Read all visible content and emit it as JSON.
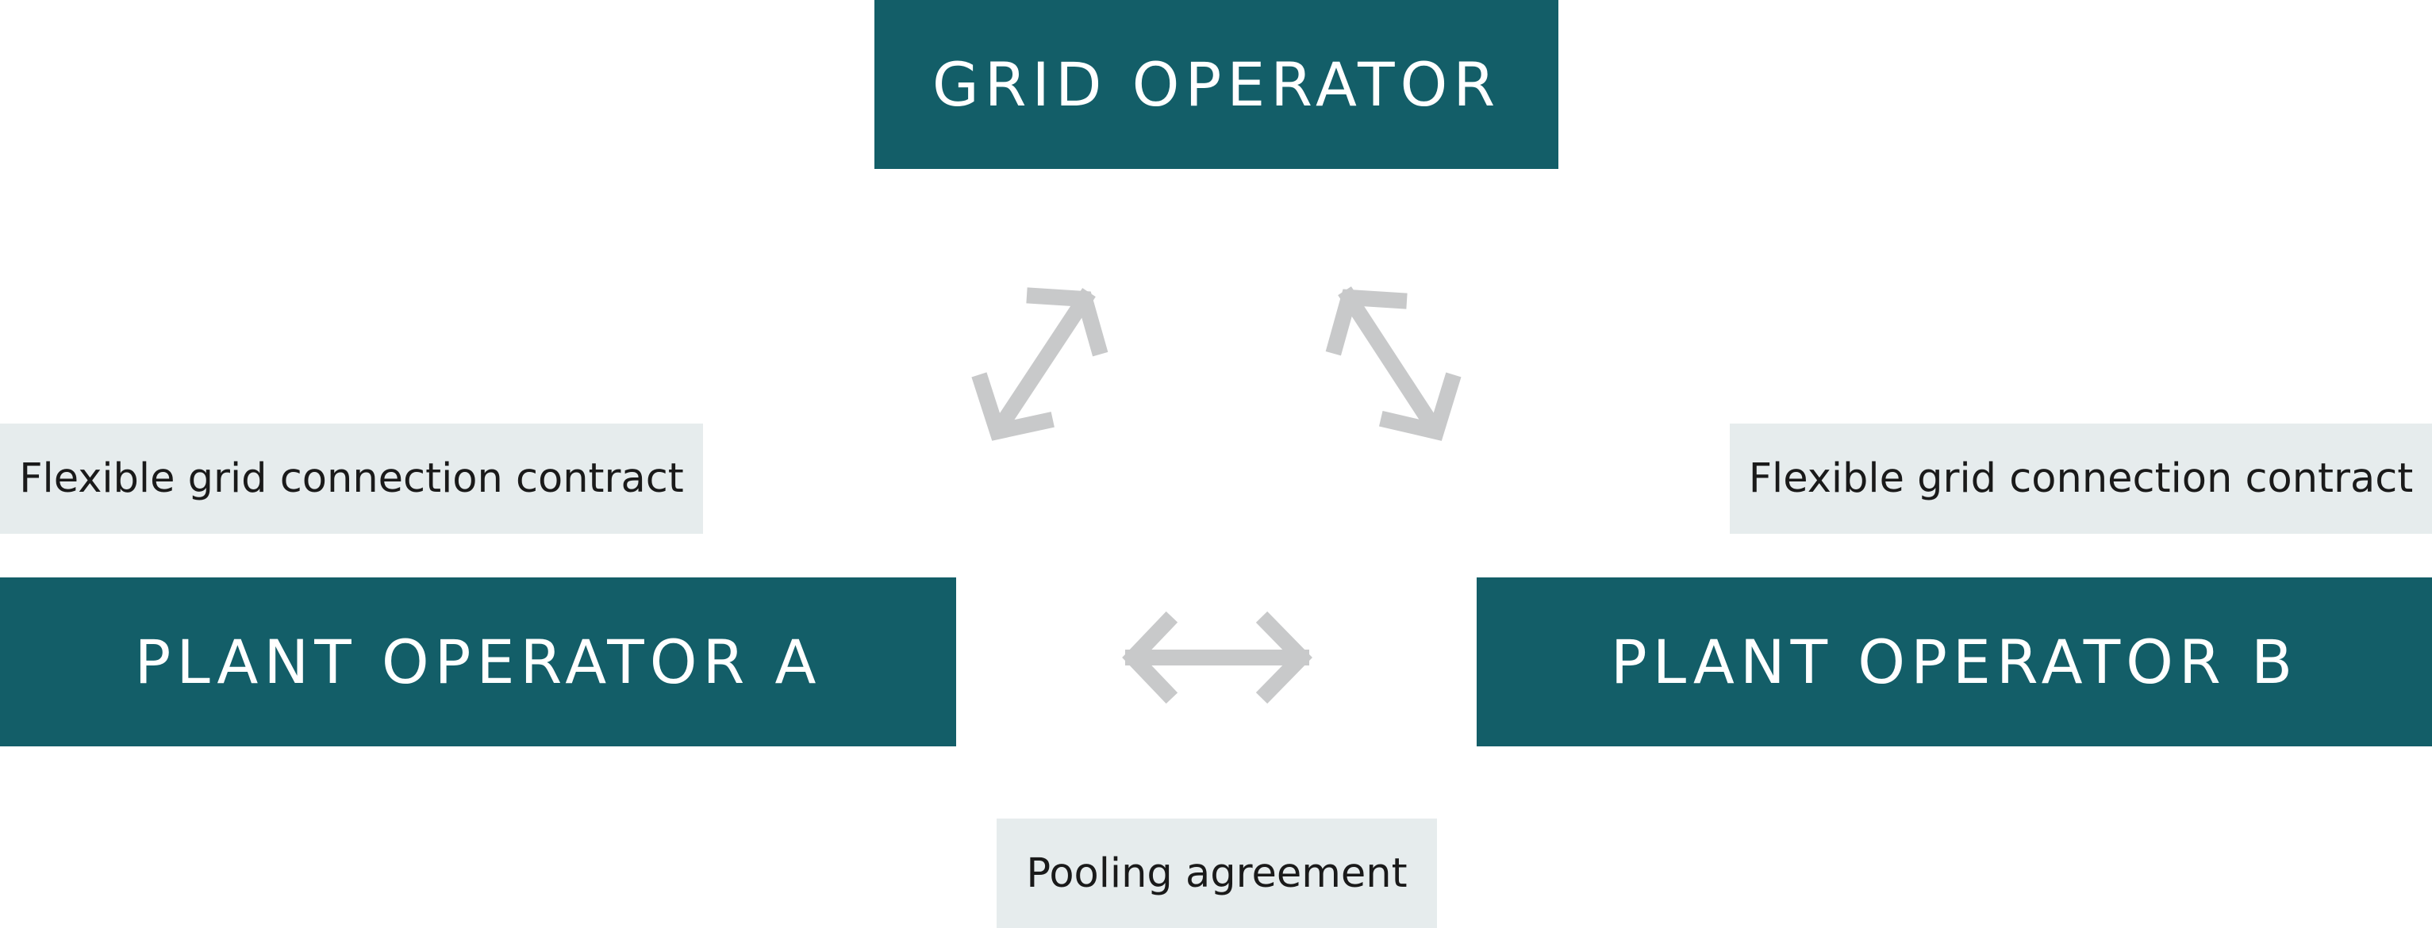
{
  "diagram": {
    "grid_operator": "GRID OPERATOR",
    "plant_operator_a": "PLANT OPERATOR A",
    "plant_operator_b": "PLANT OPERATOR B",
    "contract_left": "Flexible grid connection contract",
    "contract_right": "Flexible grid connection contract",
    "pooling_agreement": "Pooling agreement"
  },
  "colors": {
    "entity_fill": "#135e68",
    "entity_text": "#ffffff",
    "label_fill": "#e6eced",
    "label_text": "#1a1a1a",
    "arrow": "#c8c9ca"
  }
}
